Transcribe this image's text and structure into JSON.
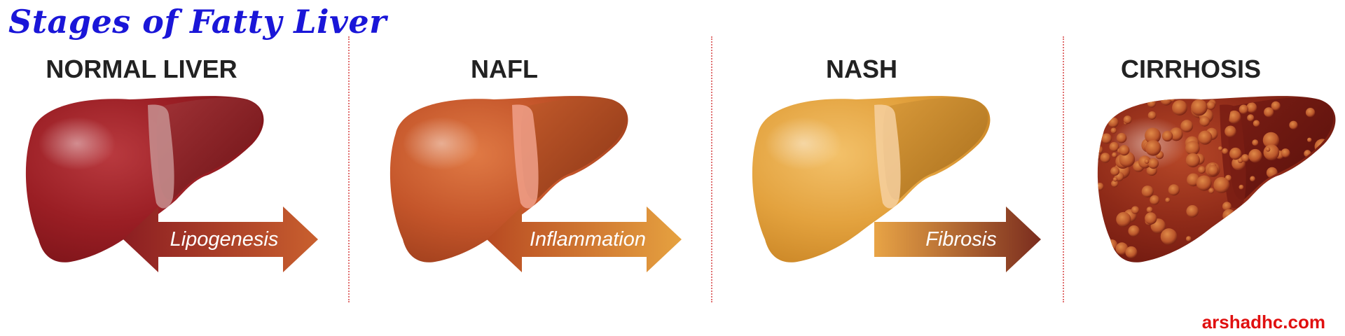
{
  "title": "Stages of Fatty Liver",
  "stages": [
    {
      "label": "NORMAL LIVER",
      "main": "#9a1e24",
      "mid": "#7c1419",
      "light": "#b93a3f",
      "lobe": "#a03236",
      "lobeDark": "#6e1216",
      "gall": "#c79090"
    },
    {
      "label": "NAFL",
      "main": "#c4552a",
      "mid": "#9e3e1c",
      "light": "#e07a45",
      "lobe": "#c25a2b",
      "lobeDark": "#8c3616",
      "gall": "#f0a08a"
    },
    {
      "label": "NASH",
      "main": "#e3a23e",
      "mid": "#c98424",
      "light": "#f3c16a",
      "lobe": "#d99a3a",
      "lobeDark": "#a86e1c",
      "gall": "#f6d0a0"
    },
    {
      "label": "CIRRHOSIS",
      "main": "#8e2a18",
      "mid": "#6e1810",
      "light": "#b74828",
      "lobe": "#7a1e14",
      "lobeDark": "#5a100c",
      "gall": "#7a1e14"
    }
  ],
  "arrows": [
    {
      "label": "Lipogenesis",
      "colorA": "#8c1e22",
      "colorB": "#c9602e"
    },
    {
      "label": "Inflammation",
      "colorA": "#b84a22",
      "colorB": "#e6a240"
    },
    {
      "label": "Fibrosis",
      "colorA": "#e8a446",
      "colorB": "#7a2c1e"
    }
  ],
  "watermark": "arshadhc.com"
}
